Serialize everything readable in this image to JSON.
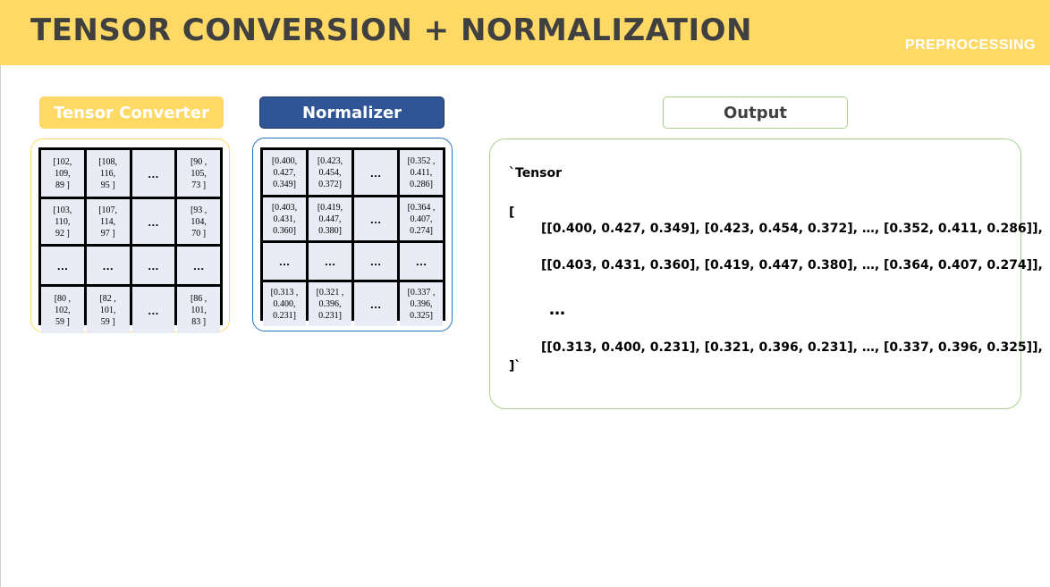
{
  "header": {
    "title": "TENSOR CONVERSION + NORMALIZATION",
    "tag": "PREPROCESSING"
  },
  "labels": {
    "tensor_converter": "Tensor Converter",
    "normalizer": "Normalizer",
    "output": "Output"
  },
  "tensor_grid": [
    [
      "[102,\n109,\n89 ]",
      "[108,\n116,\n95 ]",
      "…",
      "[90 ,\n105,\n73 ]"
    ],
    [
      "[103,\n110,\n92 ]",
      "[107,\n114,\n97 ]",
      "…",
      "[93 ,\n104,\n70 ]"
    ],
    [
      "…",
      "…",
      "…",
      "…"
    ],
    [
      "[80 ,\n102,\n59 ]",
      "[82 ,\n101,\n59 ]",
      "…",
      "[86 ,\n101,\n83 ]"
    ]
  ],
  "normalized_grid": [
    [
      "[0.400,\n0.427,\n0.349]",
      "[0.423,\n0.454,\n0.372]",
      "…",
      "[0.352 ,\n0.411,\n0.286]"
    ],
    [
      "[0.403,\n0.431,\n0.360]",
      "[0.419,\n0.447,\n0.380]",
      "…",
      "[0.364 ,\n0.407,\n0.274]"
    ],
    [
      "…",
      "…",
      "…",
      "…"
    ],
    [
      "[0.313 ,\n0.400,\n0.231]",
      "[0.321 ,\n0.396,\n0.231]",
      "…",
      "[0.337 ,\n0.396,\n0.325]"
    ]
  ],
  "output": {
    "head": "`Tensor",
    "open": "[",
    "row1": "[[0.400, 0.427, 0.349], [0.423, 0.454, 0.372], …, [0.352, 0.411, 0.286]],",
    "row2": "[[0.403, 0.431, 0.360], [0.419, 0.447, 0.380], …, [0.364, 0.407, 0.274]],",
    "ellipsis": "…",
    "row3": "[[0.313, 0.400, 0.231], [0.321, 0.396, 0.231], …, [0.337, 0.396, 0.325]],",
    "close": "]`"
  }
}
